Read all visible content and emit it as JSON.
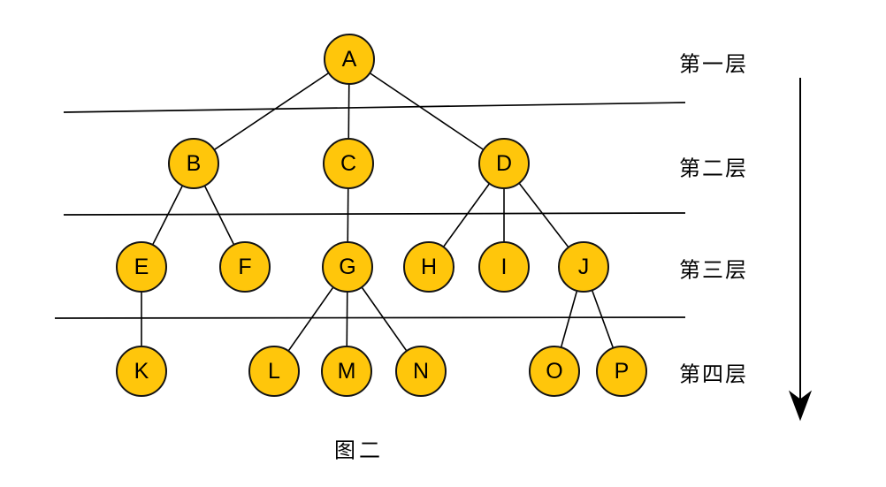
{
  "colors": {
    "node_fill": "#FFC60B",
    "node_stroke": "#141414",
    "line": "#000000"
  },
  "tree": {
    "nodes": [
      {
        "id": "A",
        "label": "A",
        "level": 1
      },
      {
        "id": "B",
        "label": "B",
        "level": 2
      },
      {
        "id": "C",
        "label": "C",
        "level": 2
      },
      {
        "id": "D",
        "label": "D",
        "level": 2
      },
      {
        "id": "E",
        "label": "E",
        "level": 3
      },
      {
        "id": "F",
        "label": "F",
        "level": 3
      },
      {
        "id": "G",
        "label": "G",
        "level": 3
      },
      {
        "id": "H",
        "label": "H",
        "level": 3
      },
      {
        "id": "I",
        "label": "I",
        "level": 3
      },
      {
        "id": "J",
        "label": "J",
        "level": 3
      },
      {
        "id": "K",
        "label": "K",
        "level": 4
      },
      {
        "id": "L",
        "label": "L",
        "level": 4
      },
      {
        "id": "M",
        "label": "M",
        "level": 4
      },
      {
        "id": "N",
        "label": "N",
        "level": 4
      },
      {
        "id": "O",
        "label": "O",
        "level": 4
      },
      {
        "id": "P",
        "label": "P",
        "level": 4
      }
    ],
    "edges": [
      [
        "A",
        "B"
      ],
      [
        "A",
        "C"
      ],
      [
        "A",
        "D"
      ],
      [
        "B",
        "E"
      ],
      [
        "B",
        "F"
      ],
      [
        "C",
        "G"
      ],
      [
        "D",
        "H"
      ],
      [
        "D",
        "I"
      ],
      [
        "D",
        "J"
      ],
      [
        "E",
        "K"
      ],
      [
        "G",
        "L"
      ],
      [
        "G",
        "M"
      ],
      [
        "G",
        "N"
      ],
      [
        "J",
        "O"
      ],
      [
        "J",
        "P"
      ]
    ]
  },
  "levels": {
    "labels": [
      "第一层",
      "第二层",
      "第三层",
      "第四层"
    ]
  },
  "arrow": {
    "direction": "down"
  },
  "caption": "图二"
}
